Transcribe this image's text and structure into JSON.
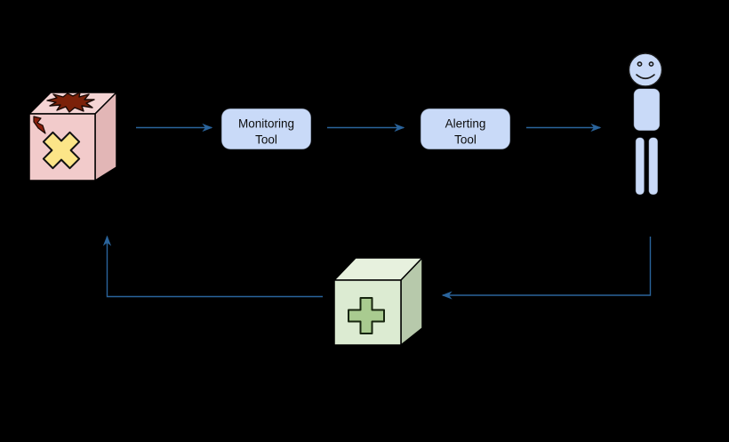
{
  "diagram": {
    "background": "#000000",
    "nodes": {
      "monitoring": {
        "line1": "Monitoring",
        "line2": "Tool",
        "fill": "#c9daf8"
      },
      "alerting": {
        "line1": "Alerting",
        "line2": "Tool",
        "fill": "#c9daf8"
      },
      "broken_system": {
        "front": "#f2cbcb",
        "top": "#f5d4d4",
        "side": "#e2b6b6",
        "burst": "#7b2109",
        "bolt": "#8a1f0c",
        "cross": "#fce588"
      },
      "person": {
        "fill": "#c9daf8",
        "outline": "#1a1a1a"
      },
      "remedy": {
        "front": "#dcebd2",
        "top": "#e7f1de",
        "side": "#b7c9ab",
        "plus": "#a9cb90"
      }
    },
    "arrows": {
      "color": "#2a649c"
    }
  }
}
